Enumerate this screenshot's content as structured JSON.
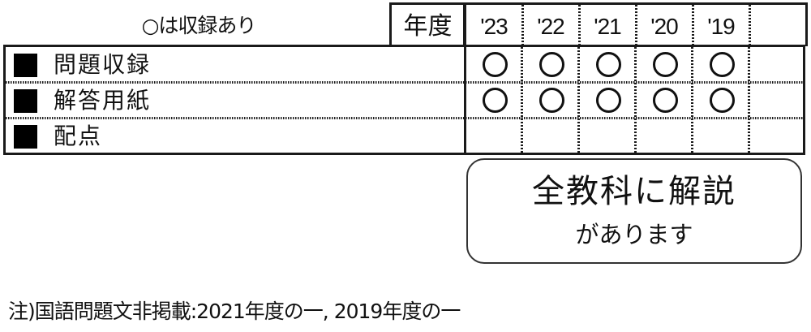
{
  "legend": {
    "title": "○は収録あり"
  },
  "header": {
    "year_label": "年度",
    "years": [
      "'23",
      "'22",
      "'21",
      "'20",
      "'19",
      ""
    ]
  },
  "rows": [
    {
      "label": "問題収録",
      "marks": [
        true,
        true,
        true,
        true,
        true,
        false
      ]
    },
    {
      "label": "解答用紙",
      "marks": [
        true,
        true,
        true,
        true,
        true,
        false
      ]
    },
    {
      "label": "配点",
      "marks": [
        false,
        false,
        false,
        false,
        false,
        false
      ]
    }
  ],
  "commentary": {
    "main": "全教科に解説",
    "sub": "があります"
  },
  "footnote": {
    "text": "注)国語問題文非掲載:2021年度の一, 2019年度の一"
  },
  "colors": {
    "border": "#1a1a1a",
    "text": "#111111",
    "square": "#000000",
    "background": "#ffffff"
  }
}
